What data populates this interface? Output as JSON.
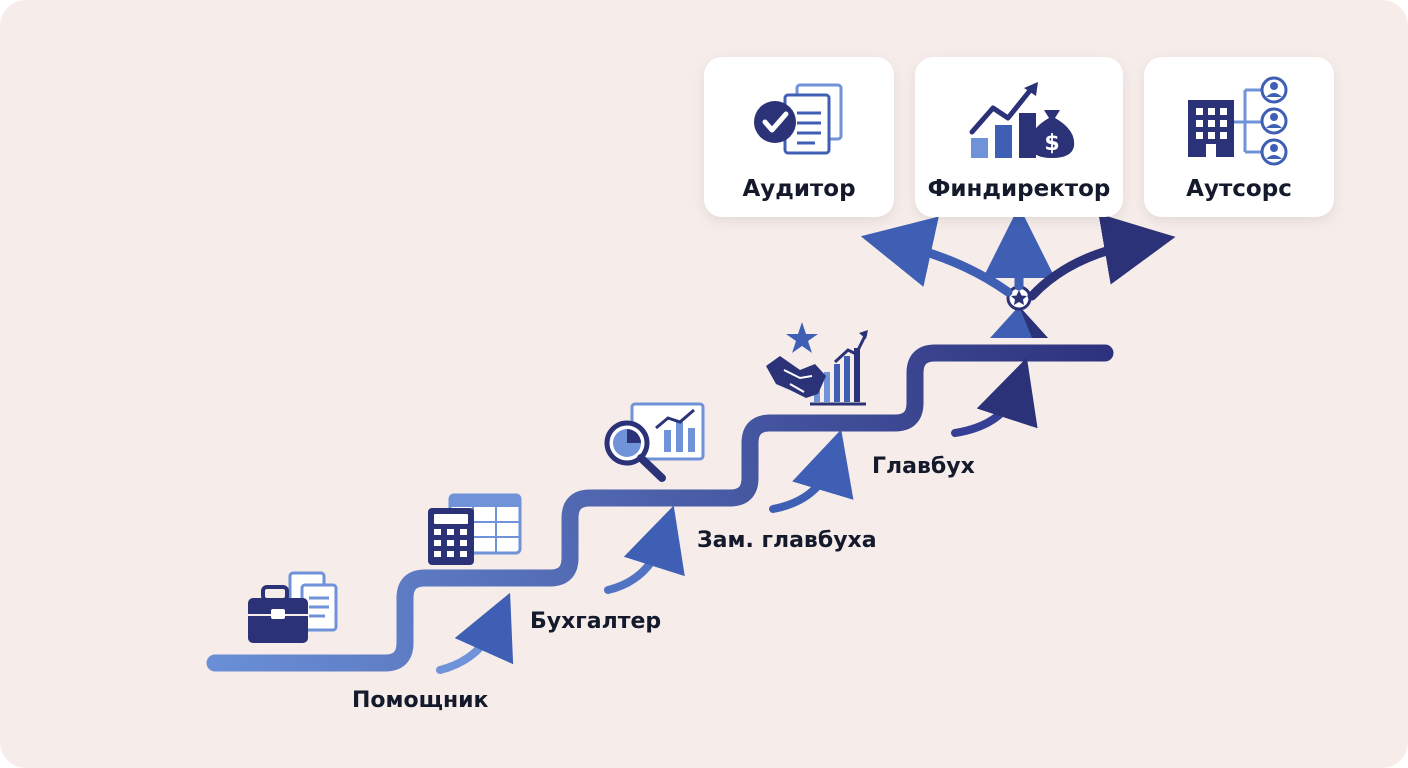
{
  "colors": {
    "background": "#f6ecea",
    "path_start": "#6a8fd6",
    "path_end": "#2e327e",
    "icon_dark": "#2c3277",
    "icon_mid": "#3f5fb5",
    "icon_light": "#6f92d8",
    "card_bg": "#ffffff",
    "text": "#14192b"
  },
  "steps": [
    {
      "label": "Помощник",
      "icon": "briefcase-documents-icon"
    },
    {
      "label": "Бухгалтер",
      "icon": "calculator-spreadsheet-icon"
    },
    {
      "label": "Зам. главбуха",
      "icon": "magnifier-analytics-icon"
    },
    {
      "label": "Главбух",
      "icon": "handshake-growth-icon"
    }
  ],
  "summit_icon": "mountain-star-icon",
  "careers": [
    {
      "label": "Аудитор",
      "icon": "audit-checklist-icon"
    },
    {
      "label": "Финдиректор",
      "icon": "finance-growth-icon"
    },
    {
      "label": "Аутсорс",
      "icon": "company-clients-icon"
    }
  ]
}
